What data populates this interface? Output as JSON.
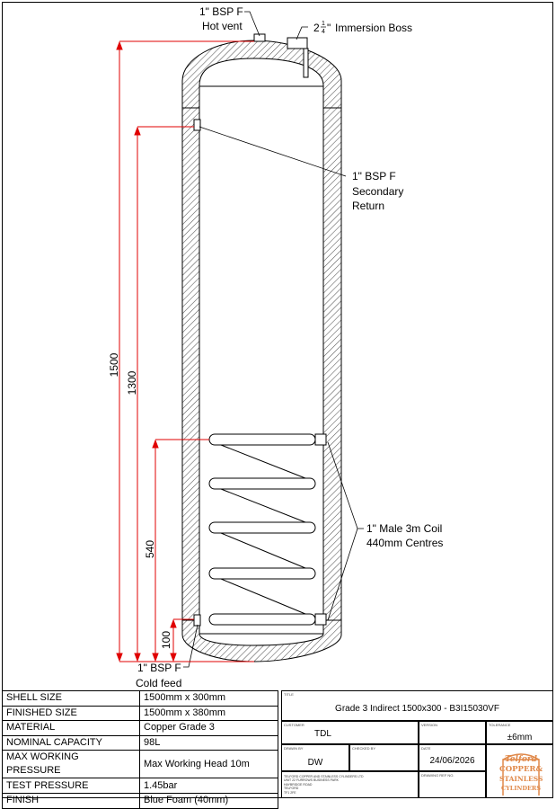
{
  "drawing": {
    "labels": {
      "hot_vent": [
        "1\" BSP F",
        "Hot vent"
      ],
      "immersion_boss": {
        "whole": "2",
        "frac_num": "1",
        "frac_den": "4",
        "unit": "\"",
        "text": "Immersion Boss"
      },
      "secondary_return": [
        "1\" BSP F",
        "Secondary",
        "Return"
      ],
      "coil": [
        "1\" Male 3m Coil",
        "440mm Centres"
      ],
      "cold_feed": [
        "1\" BSP F",
        "Cold feed"
      ]
    },
    "dimensions": {
      "overall": "1500",
      "secondary_return": "1300",
      "coil_top": "540",
      "cold_feed": "100"
    }
  },
  "specs": [
    {
      "label": "SHELL SIZE",
      "value": "1500mm x 300mm"
    },
    {
      "label": "FINISHED SIZE",
      "value": "1500mm x 380mm"
    },
    {
      "label": "MATERIAL",
      "value": "Copper Grade 3"
    },
    {
      "label": "NOMINAL CAPACITY",
      "value": "98L"
    },
    {
      "label": "MAX WORKING PRESSURE",
      "value": "Max Working Head 10m"
    },
    {
      "label": "TEST PRESSURE",
      "value": "1.45bar"
    },
    {
      "label": "FINISH",
      "value": "Blue Foam (40mm)"
    }
  ],
  "title_block": {
    "title_label": "TITLE",
    "title": "Grade 3 Indirect 1500x300 - B3I15030VF",
    "customer_label": "CUSTOMER",
    "customer": "TDL",
    "version_label": "VERSION",
    "version": "",
    "tolerance_label": "TOLERANCE",
    "tolerance": "±6mm",
    "drawn_by_label": "DRAWN BY",
    "drawn_by": "DW",
    "checked_by_label": "CHECKED BY",
    "checked_by": "",
    "date_label": "DATE",
    "date": "24/06/2026",
    "address_lines": [
      "TELFORD COPPER AND STAINLESS CYLINDERS LTD",
      "UNIT 22 FURROWS BUSINESS PARK",
      "HAYBRIDGE ROAD",
      "TELFORD",
      "TF1 2FE"
    ],
    "drawing_ref_label": "DRAWING REF NO.",
    "drawing_ref": "",
    "logo": [
      "Telford",
      "COPPER&",
      "STAINLESS",
      "CYLINDERS"
    ]
  },
  "colors": {
    "line": "#000000",
    "dimension": "#e00000",
    "hatch": "#555555",
    "logo": "#e0894a"
  }
}
